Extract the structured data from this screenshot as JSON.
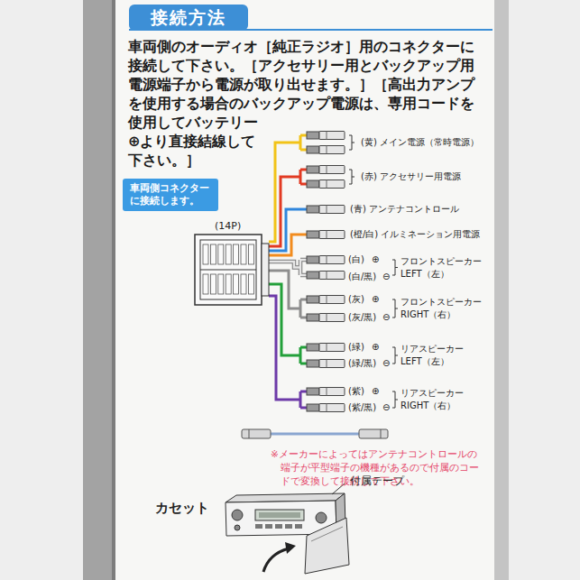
{
  "diagram": {
    "title": "接続方法",
    "nodes": [
      {
        "text": [
          "車両側コネクターに接続します。"
        ]
      },
      {
        "text": [
          "(14P)"
        ]
      }
    ],
    "labels": [
      "車両側のオーディオ［純正ラジオ］用のコネクターに接続して下さい。［アクセサリー用とバックアップ用電源端子から電源が取り出せます。］［高出力アンプを使用する場合のバックアップ電源は、専用コードを使用してバッテリー⊕より直接結線して下さい。］",
      "(黄) メイン電源（常時電源）",
      "(赤) アクセサリー用電源",
      "(青) アンテナコントロール",
      "(橙/白) イルミネーション用電源",
      "(白)",
      "⊕",
      "(白/黒)",
      "⊖",
      "フロントスピーカー LEFT（左）",
      "(灰)",
      "⊕",
      "(灰/黒)",
      "⊖",
      "フロントスピーカー RIGHT（右）",
      "(緑)",
      "⊕",
      "(緑/黒)",
      "⊖",
      "リアスピーカー LEFT（左）",
      "(紫)",
      "⊕",
      "(紫/黒)",
      "⊖",
      "リアスピーカー RIGHT（右）",
      "※メーカーによってはアンテナコントロールの端子が平型端子の機種があるので付属のコードで変換して接続して下さい。",
      "カセット",
      "付属テープ"
    ]
  }
}
